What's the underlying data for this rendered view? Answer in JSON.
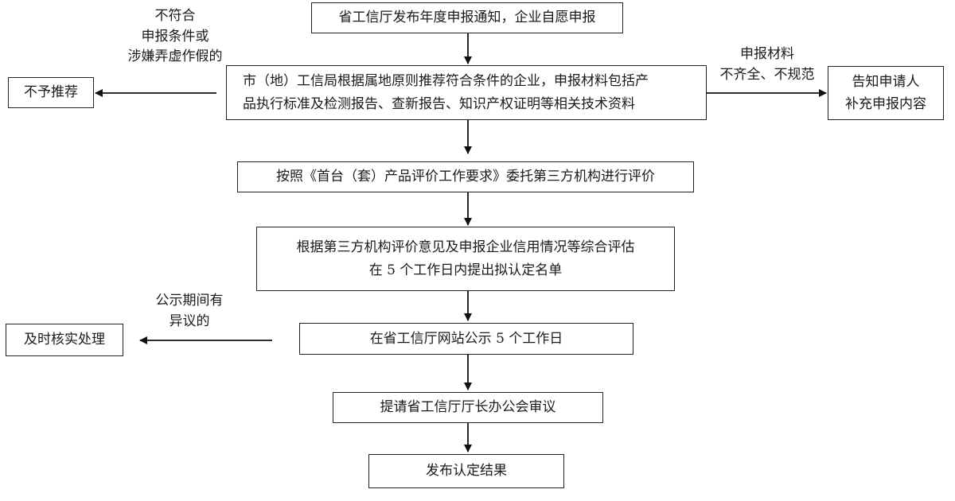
{
  "boxes": {
    "publish_notice": "省工信厅发布年度申报通知，企业自愿申报",
    "city_recommend": [
      "市（地）工信局根据属地原则推荐符合条件的企业，申报材料包括产",
      "品执行标准及检测报告、查新报告、知识产权证明等相关技术资料"
    ],
    "not_recommended": "不予推荐",
    "notify_applicant": [
      "告知申请人",
      "补充申报内容"
    ],
    "third_party_eval": "按照《首台（套）产品评价工作要求》委托第三方机构进行评价",
    "comprehensive_eval": [
      "根据第三方机构评价意见及申报企业信用情况等综合评估",
      "在 5 个工作日内提出拟认定名单"
    ],
    "public_notice": "在省工信厅网站公示 5 个工作日",
    "verify_handle": "及时核实处理",
    "director_review": "提请省工信厅厅长办公会审议",
    "publish_result": "发布认定结果"
  },
  "labels": {
    "not_qualified": [
      "不符合",
      "申报条件或",
      "涉嫌弄虚作假的"
    ],
    "incomplete_materials": [
      "申报材料",
      "不齐全、不规范"
    ],
    "objection": [
      "公示期间有",
      "异议的"
    ]
  }
}
